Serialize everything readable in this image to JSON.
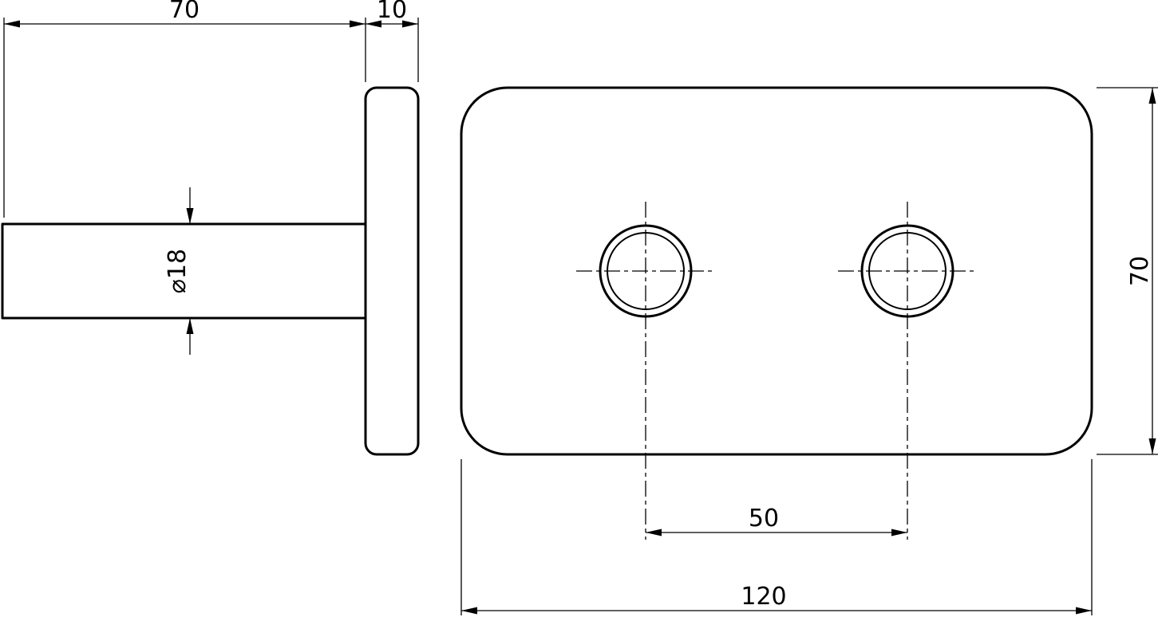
{
  "colors": {
    "line": "#000000",
    "background": "#ffffff"
  },
  "dimensions": {
    "shaft_length": "70",
    "plate_thickness": "10",
    "shaft_diameter": "⌀18",
    "plate_height": "70",
    "hole_spacing": "50",
    "plate_width": "120"
  }
}
